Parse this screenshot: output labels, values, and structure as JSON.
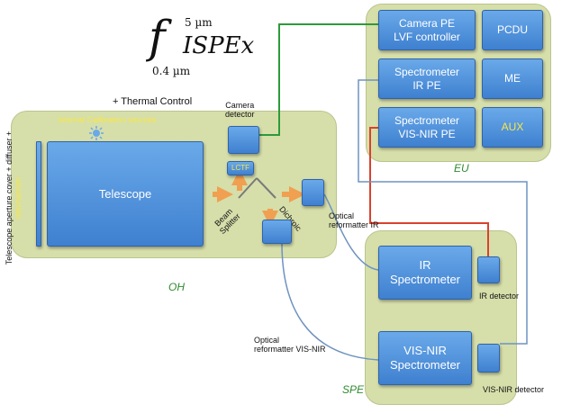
{
  "logo": {
    "symbol": "f",
    "upper": "5 µm",
    "name": "ISPEx",
    "lower": "0.4 µm"
  },
  "thermal_control": "+ Thermal Control",
  "camera_detector": "Camera\ndetector",
  "groups": {
    "oh": "OH",
    "eu": "EU",
    "spe": "SPE"
  },
  "oh": {
    "internal_calibration": "Internal Calibration sources",
    "aperture_label": "Telescope aperture cover + diffuser + ",
    "aperture_label_highlight": "mechanism",
    "telescope": "Telescope",
    "lctf": "LCTF",
    "beam_splitter": "Beam\nSplitter",
    "dichroic": "Dichroic"
  },
  "eu": {
    "camera_pe": "Camera PE\nLVF controller",
    "pcdu": "PCDU",
    "spectrometer_ir_pe": "Spectrometer\nIR PE",
    "me": "ME",
    "spectrometer_visnir_pe": "Spectrometer\nVIS-NIR PE",
    "aux": "AUX"
  },
  "spe": {
    "ir_spectrometer": "IR\nSpectrometer",
    "ir_detector": "IR detector",
    "visnir_spectrometer": "VIS-NIR\nSpectrometer",
    "visnir_detector": "VIS-NIR detector"
  },
  "optical_reformatter_ir": "Optical\nreformatter IR",
  "optical_reformatter_visnir": "Optical\nreformatter VIS-NIR",
  "colors": {
    "panel": "#d6deaa",
    "box": "#4a8ede",
    "green_wire": "#2e9a3a",
    "red_wire": "#d9422c",
    "blue_wire": "#6f93c0",
    "arrow": "#f0a050",
    "group_label": "#2f8a2f",
    "highlight_text": "#f7e74a"
  }
}
